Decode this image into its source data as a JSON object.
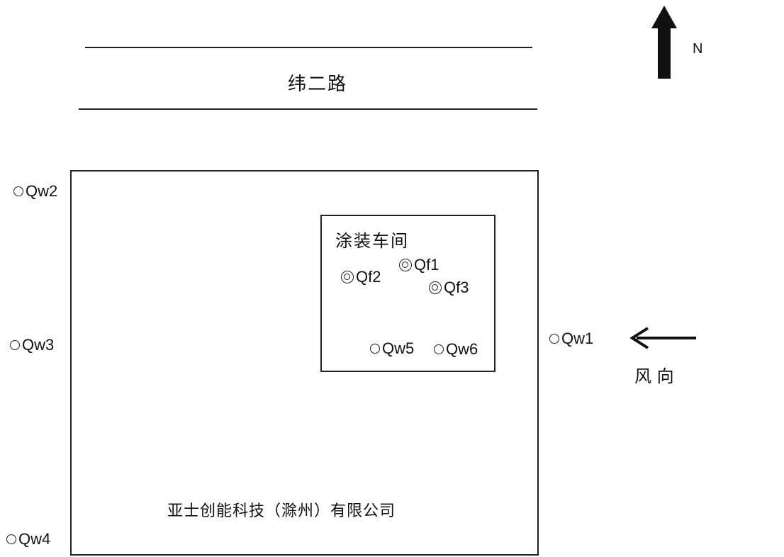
{
  "road": {
    "name": "纬二路"
  },
  "compass": {
    "label": "N"
  },
  "wind": {
    "label": "风 向"
  },
  "site": {
    "name": "亚士创能科技（滁州）有限公司"
  },
  "workshop": {
    "name": "涂装车间"
  },
  "points": {
    "qw1": "Qw1",
    "qw2": "Qw2",
    "qw3": "Qw3",
    "qw4": "Qw4",
    "qw5": "Qw5",
    "qw6": "Qw6",
    "qf1": "Qf1",
    "qf2": "Qf2",
    "qf3": "Qf3"
  }
}
